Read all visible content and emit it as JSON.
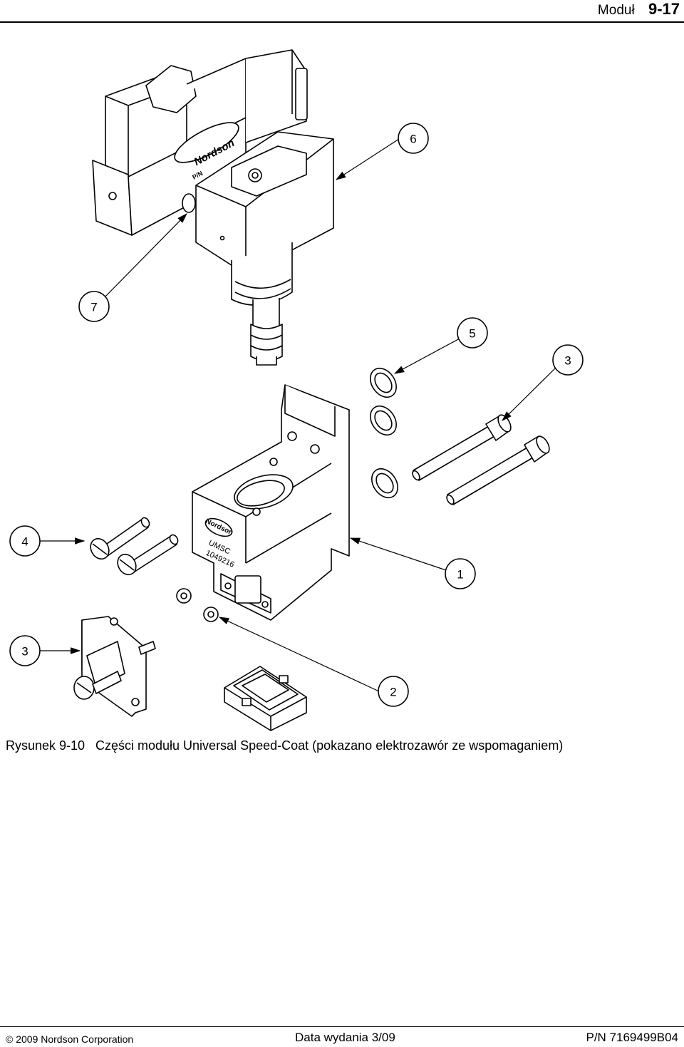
{
  "header": {
    "section": "Moduł",
    "page": "9-17"
  },
  "callouts": {
    "c6": "6",
    "c7": "7",
    "c5": "5",
    "c3a": "3",
    "c4": "4",
    "c1": "1",
    "c3b": "3",
    "c2": "2"
  },
  "labels": {
    "valve_brand": "Nordson",
    "valve_pn": "P/N",
    "body_brand": "Nordson",
    "body_model": "UMSC",
    "body_number": "1049216"
  },
  "caption": {
    "label": "Rysunek 9-10",
    "text": "Części modułu Universal Speed-Coat (pokazano elektrozawór ze wspomaganiem)"
  },
  "footer": {
    "copyright": "2009 Nordson Corporation",
    "issue": "Data wydania 3/09",
    "part_number": "P/N 7169499B04"
  }
}
